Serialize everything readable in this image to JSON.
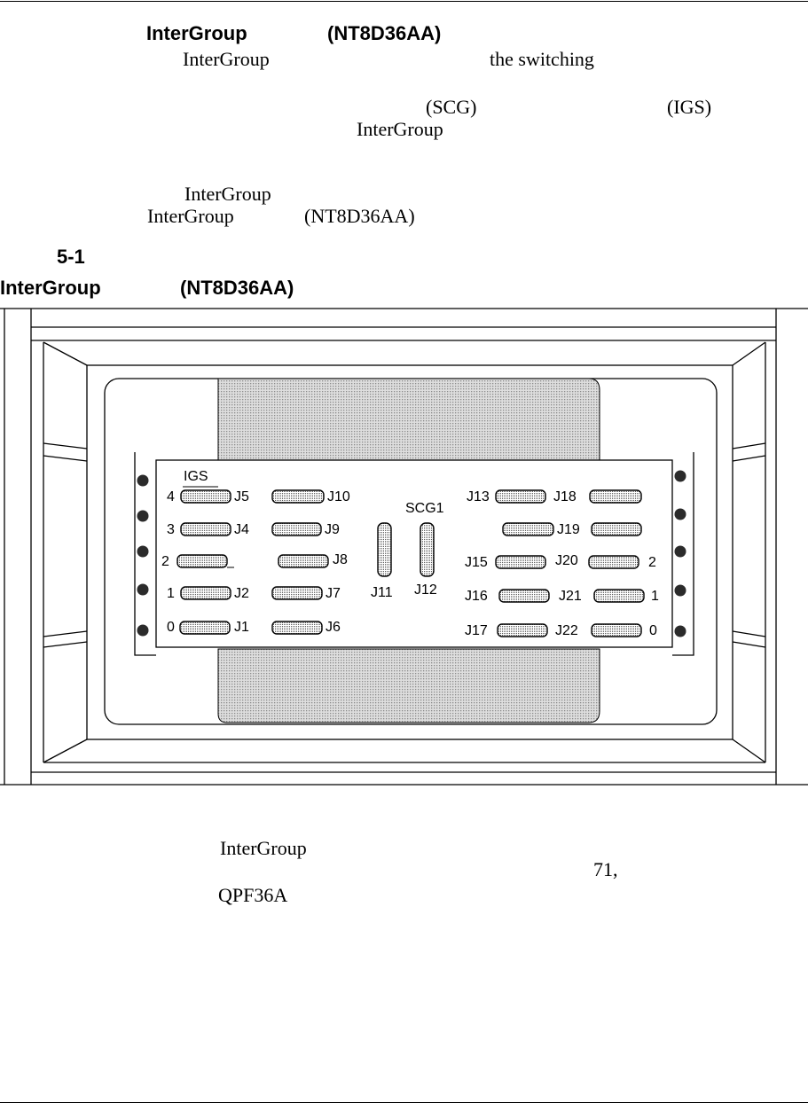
{
  "heading": {
    "title": "InterGroup",
    "code": "(NT8D36AA)"
  },
  "body_lines": {
    "l1_term": "InterGroup",
    "l1_end": "the switching",
    "l2_scg": "(SCG)",
    "l2_igs": "(IGS)",
    "l3_term": "InterGroup",
    "l4_term": "InterGroup",
    "l5_term": "InterGroup",
    "l5_code": "(NT8D36AA)"
  },
  "figure_caption": {
    "number": "5-1",
    "title": "InterGroup",
    "code": "(NT8D36AA)"
  },
  "figure_labels": {
    "igs": "IGS",
    "scg": "SCG1",
    "left_rows": [
      {
        "num": "4",
        "a": "J5",
        "b": "J10"
      },
      {
        "num": "3",
        "a": "J4",
        "b": "J9"
      },
      {
        "num": "2",
        "a": "",
        "b": "J8"
      },
      {
        "num": "1",
        "a": "J2",
        "b": "J7"
      },
      {
        "num": "0",
        "a": "J1",
        "b": "J6"
      }
    ],
    "right_rows": [
      {
        "a": "J13",
        "b": "J18",
        "num": ""
      },
      {
        "a": "",
        "b": "J19",
        "num": ""
      },
      {
        "a": "J15",
        "b": "J20",
        "num": "2"
      },
      {
        "a": "J16",
        "b": "J21",
        "num": "1"
      },
      {
        "a": "J17",
        "b": "J22",
        "num": "0"
      }
    ],
    "vertical": [
      "J11",
      "J12"
    ]
  },
  "after_figure": {
    "l1_term": "InterGroup",
    "l2_frag": "71,",
    "l3_code": "QPF36A"
  },
  "colors": {
    "ink": "#000000",
    "shade": "#c8c8c8"
  }
}
